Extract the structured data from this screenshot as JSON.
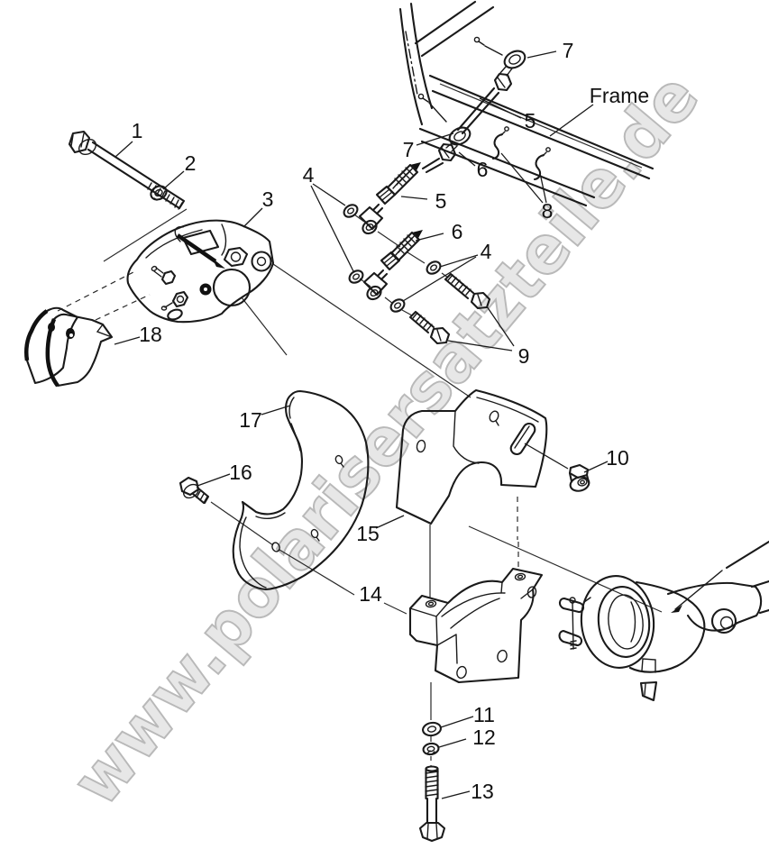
{
  "watermark": {
    "text": "www.polarisersatzteile.de"
  },
  "frame_label": "Frame",
  "callouts": [
    {
      "ref": "1"
    },
    {
      "ref": "2"
    },
    {
      "ref": "3"
    },
    {
      "ref": "4"
    },
    {
      "ref": "4"
    },
    {
      "ref": "5"
    },
    {
      "ref": "5"
    },
    {
      "ref": "6"
    },
    {
      "ref": "6"
    },
    {
      "ref": "7"
    },
    {
      "ref": "7"
    },
    {
      "ref": "8"
    },
    {
      "ref": "9"
    },
    {
      "ref": "10"
    },
    {
      "ref": "11"
    },
    {
      "ref": "12"
    },
    {
      "ref": "13"
    },
    {
      "ref": "14"
    },
    {
      "ref": "15"
    },
    {
      "ref": "16"
    },
    {
      "ref": "17"
    },
    {
      "ref": "18"
    }
  ]
}
